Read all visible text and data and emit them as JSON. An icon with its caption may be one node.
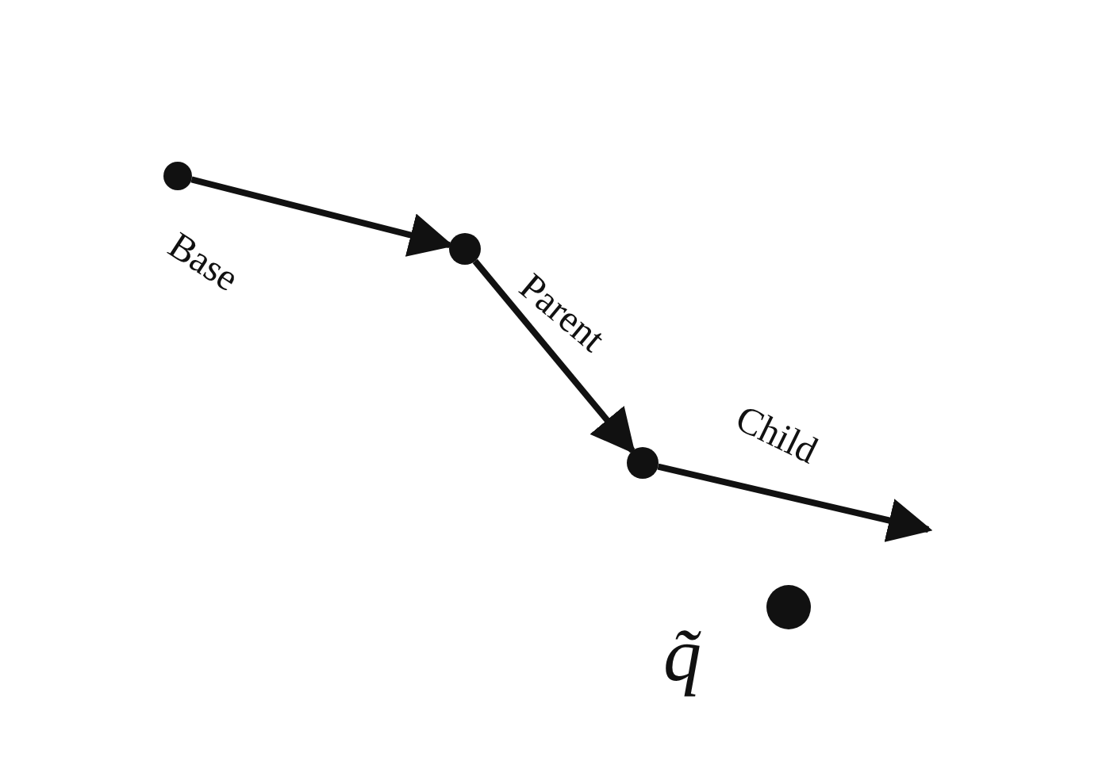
{
  "diagram": {
    "nodes": [
      {
        "text": [],
        "shape": "circle"
      },
      {
        "text": [],
        "shape": "circle"
      },
      {
        "text": [],
        "shape": "circle"
      },
      {
        "text": [],
        "shape": "circle",
        "beside": [
          "q̃"
        ]
      }
    ],
    "edges": [
      {
        "from": 0,
        "to": 1,
        "arrow": "to",
        "label": "Base"
      },
      {
        "from": 1,
        "to": 2,
        "arrow": "to",
        "label": "Parent"
      },
      {
        "from": 2,
        "to": null,
        "arrow": "to",
        "label": "Child"
      }
    ]
  }
}
